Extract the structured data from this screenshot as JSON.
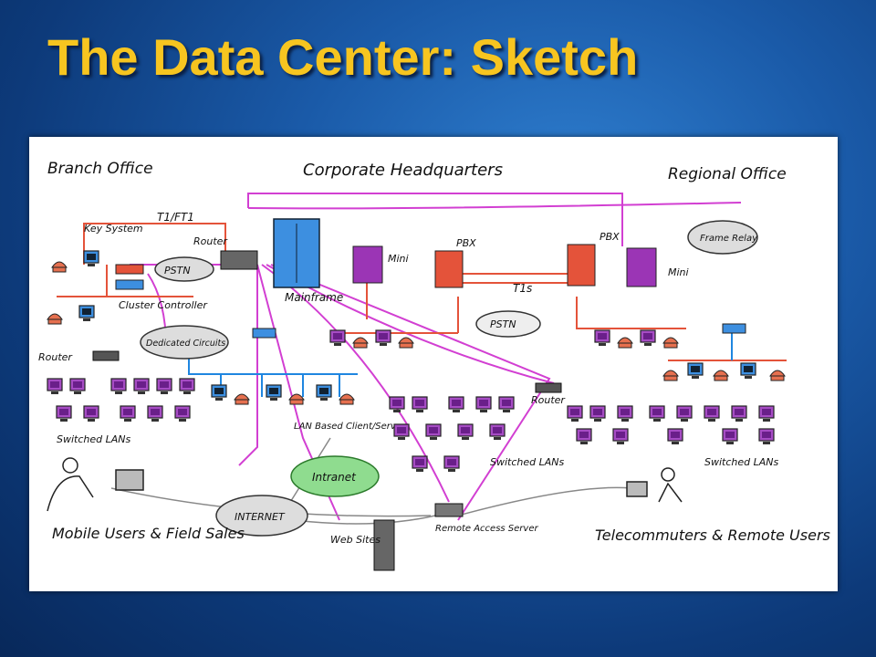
{
  "slide": {
    "title": "The Data Center: Sketch"
  },
  "labels": {
    "branch_office": "Branch Office",
    "corporate_hq": "Corporate Headquarters",
    "regional_office": "Regional Office",
    "t1_ft1": "T1/FT1",
    "key_system": "Key System",
    "router": "Router",
    "pstn": "PSTN",
    "cluster_controller": "Cluster Controller",
    "mainframe": "Mainframe",
    "mini": "Mini",
    "pbx": "PBX",
    "t1s": "T1s",
    "frame_relay": "Frame Relay",
    "dedicated_circuits": "Dedicated Circuits",
    "switched_lans": "Switched LANs",
    "lan_based_client_server": "LAN Based Client/Server",
    "intranet": "Intranet",
    "internet": "INTERNET",
    "web_sites": "Web Sites",
    "remote_access_server": "Remote Access Server",
    "mobile_users_field_sales": "Mobile Users & Field Sales",
    "telecommuters_remote_users": "Telecommuters & Remote Users"
  },
  "colors": {
    "title": "#f7c520",
    "wan": "#e4533a",
    "lan": "#1f86e0",
    "backbone": "#d23fd2",
    "device": "#9b35b5"
  }
}
